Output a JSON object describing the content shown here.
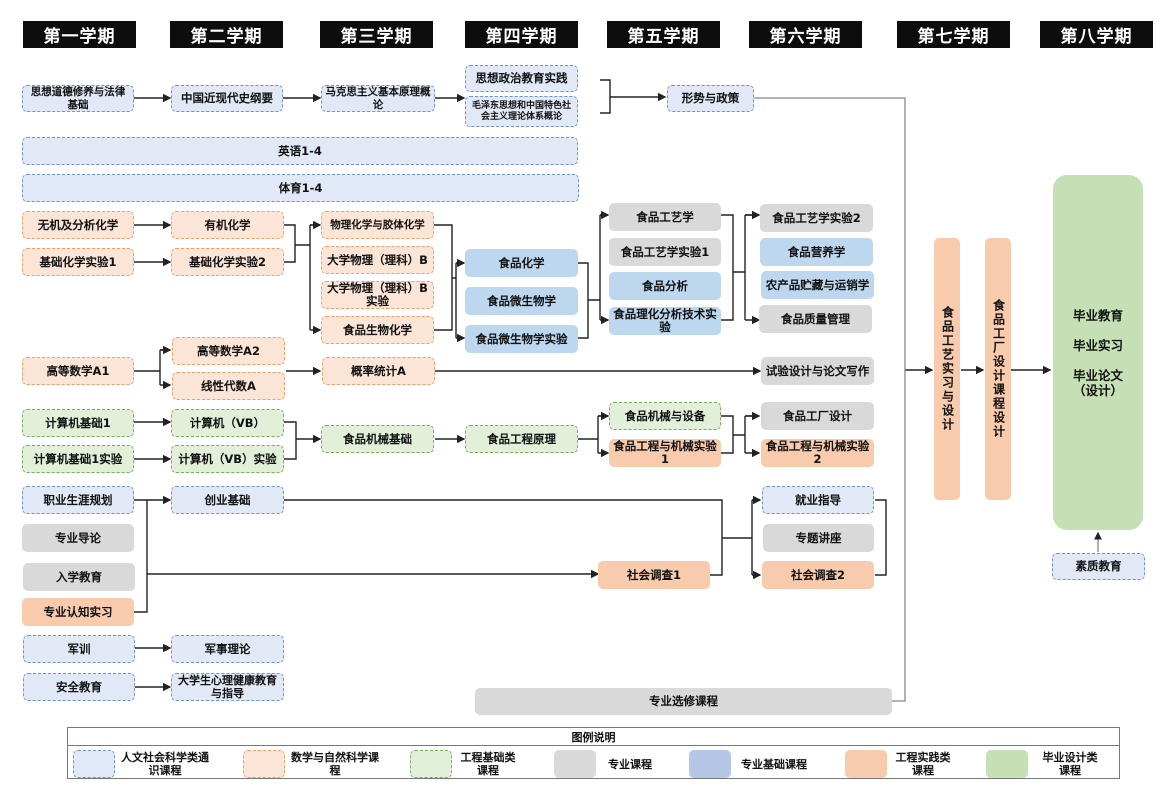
{
  "semesters": [
    "第一学期",
    "第二学期",
    "第三学期",
    "第四学期",
    "第五学期",
    "第六学期",
    "第七学期",
    "第八学期"
  ],
  "courses": {
    "sxdd": "思想道德修养与法律基础",
    "zgjxds": "中国近现代史纲要",
    "mkszy": "马克思主义基本原理概论",
    "sxzzsj": "思想政治教育实践",
    "mzdsx": "毛泽东思想和中国特色社会主义理论体系概论",
    "xszc": "形势与政策",
    "english": "英语1-4",
    "pe": "体育1-4",
    "wjfx": "无机及分析化学",
    "jchxsy1": "基础化学实验1",
    "yjhx": "有机化学",
    "jchxsy2": "基础化学实验2",
    "wlhx": "物理化学与胶体化学",
    "dxwl": "大学物理（理科）B",
    "dxwlsy": "大学物理（理科）B实验",
    "spswhx": "食品生物化学",
    "sphx": "食品化学",
    "spwsw": "食品微生物学",
    "spwswsy": "食品微生物学实验",
    "spgyx": "食品工艺学",
    "spgysy1": "食品工艺学实验1",
    "spfx": "食品分析",
    "splhfx": "食品理化分析技术实验",
    "spgysy2": "食品工艺学实验2",
    "spyyx": "食品营养学",
    "ncpzc": "农产品贮藏与运销学",
    "spzlgl": "食品质量管理",
    "gdsxa1": "高等数学A1",
    "gdsxa2": "高等数学A2",
    "xxdsa": "线性代数A",
    "gltja": "概率统计A",
    "syssj": "试验设计与论文写作",
    "jsjjc1": "计算机基础1",
    "jsjjc1sy": "计算机基础1实验",
    "jsjvb": "计算机（VB）",
    "jsjvbsy": "计算机（VB）实验",
    "spjxjc": "食品机械基础",
    "spgcyl": "食品工程原理",
    "spjxsb": "食品机械与设备",
    "spgcjxsy1": "食品工程与机械实验1",
    "spgcsj": "食品工厂设计",
    "spgcjxsy2": "食品工程与机械实验2",
    "zysygh": "职业生涯规划",
    "cyjc": "创业基础",
    "zydl": "专业导论",
    "rxjy": "入学教育",
    "zyrzsx": "专业认知实习",
    "shdc1": "社会调查1",
    "jyzd": "就业指导",
    "ztjz": "专题讲座",
    "shdc2": "社会调查2",
    "jx": "军训",
    "jsll": "军事理论",
    "aqjy": "安全教育",
    "xljk": "大学生心理健康教育与指导",
    "zyxx": "专业选修课程",
    "gysx": "食品工艺实习与设计",
    "gckc": "食品工厂设计课程设计",
    "byjy": "毕业教育",
    "bysx": "毕业实习",
    "bylw": "毕业论文（设计）",
    "szjy": "素质教育"
  },
  "legend": {
    "title": "图例说明",
    "items": [
      {
        "label": "人文社会科学类通识课程",
        "color": "#e1e9f6"
      },
      {
        "label": "数学与自然科学课程",
        "color": "#fbe5d6"
      },
      {
        "label": "工程基础类课程",
        "color": "#e2efd9"
      },
      {
        "label": "专业课程",
        "color": "#d9d9d9"
      },
      {
        "label": "专业基础课程",
        "color": "#b4c7e7"
      },
      {
        "label": "工程实践类课程",
        "color": "#f8cbad"
      },
      {
        "label": "毕业设计类课程",
        "color": "#c5e0b4"
      }
    ]
  }
}
